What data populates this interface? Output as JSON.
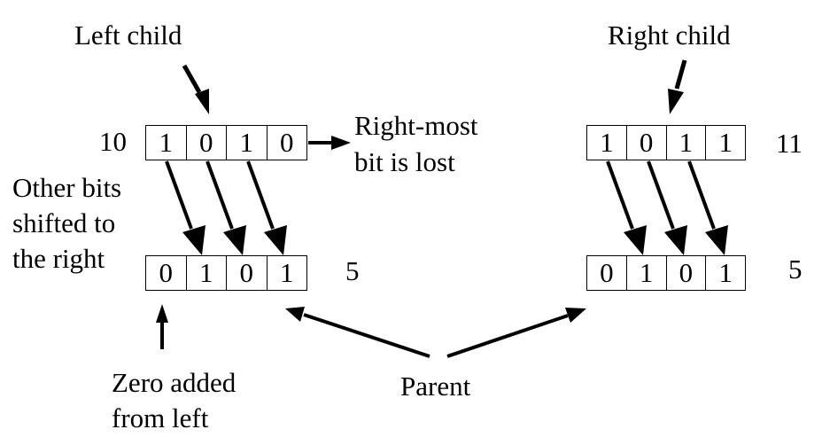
{
  "labels": {
    "left_child": "Left child",
    "right_child": "Right child",
    "right_most_lost": [
      "Right-most",
      "bit is lost"
    ],
    "other_bits": [
      "Other bits",
      "shifted to",
      "the right"
    ],
    "zero_added": [
      "Zero added",
      "from left"
    ],
    "parent": "Parent"
  },
  "registers": {
    "left_child": {
      "value": "10",
      "bits": [
        "1",
        "0",
        "1",
        "0"
      ]
    },
    "left_parent": {
      "value": "5",
      "bits": [
        "0",
        "1",
        "0",
        "1"
      ]
    },
    "right_child": {
      "value": "11",
      "bits": [
        "1",
        "0",
        "1",
        "1"
      ]
    },
    "right_parent": {
      "value": "5",
      "bits": [
        "0",
        "1",
        "0",
        "1"
      ]
    }
  }
}
